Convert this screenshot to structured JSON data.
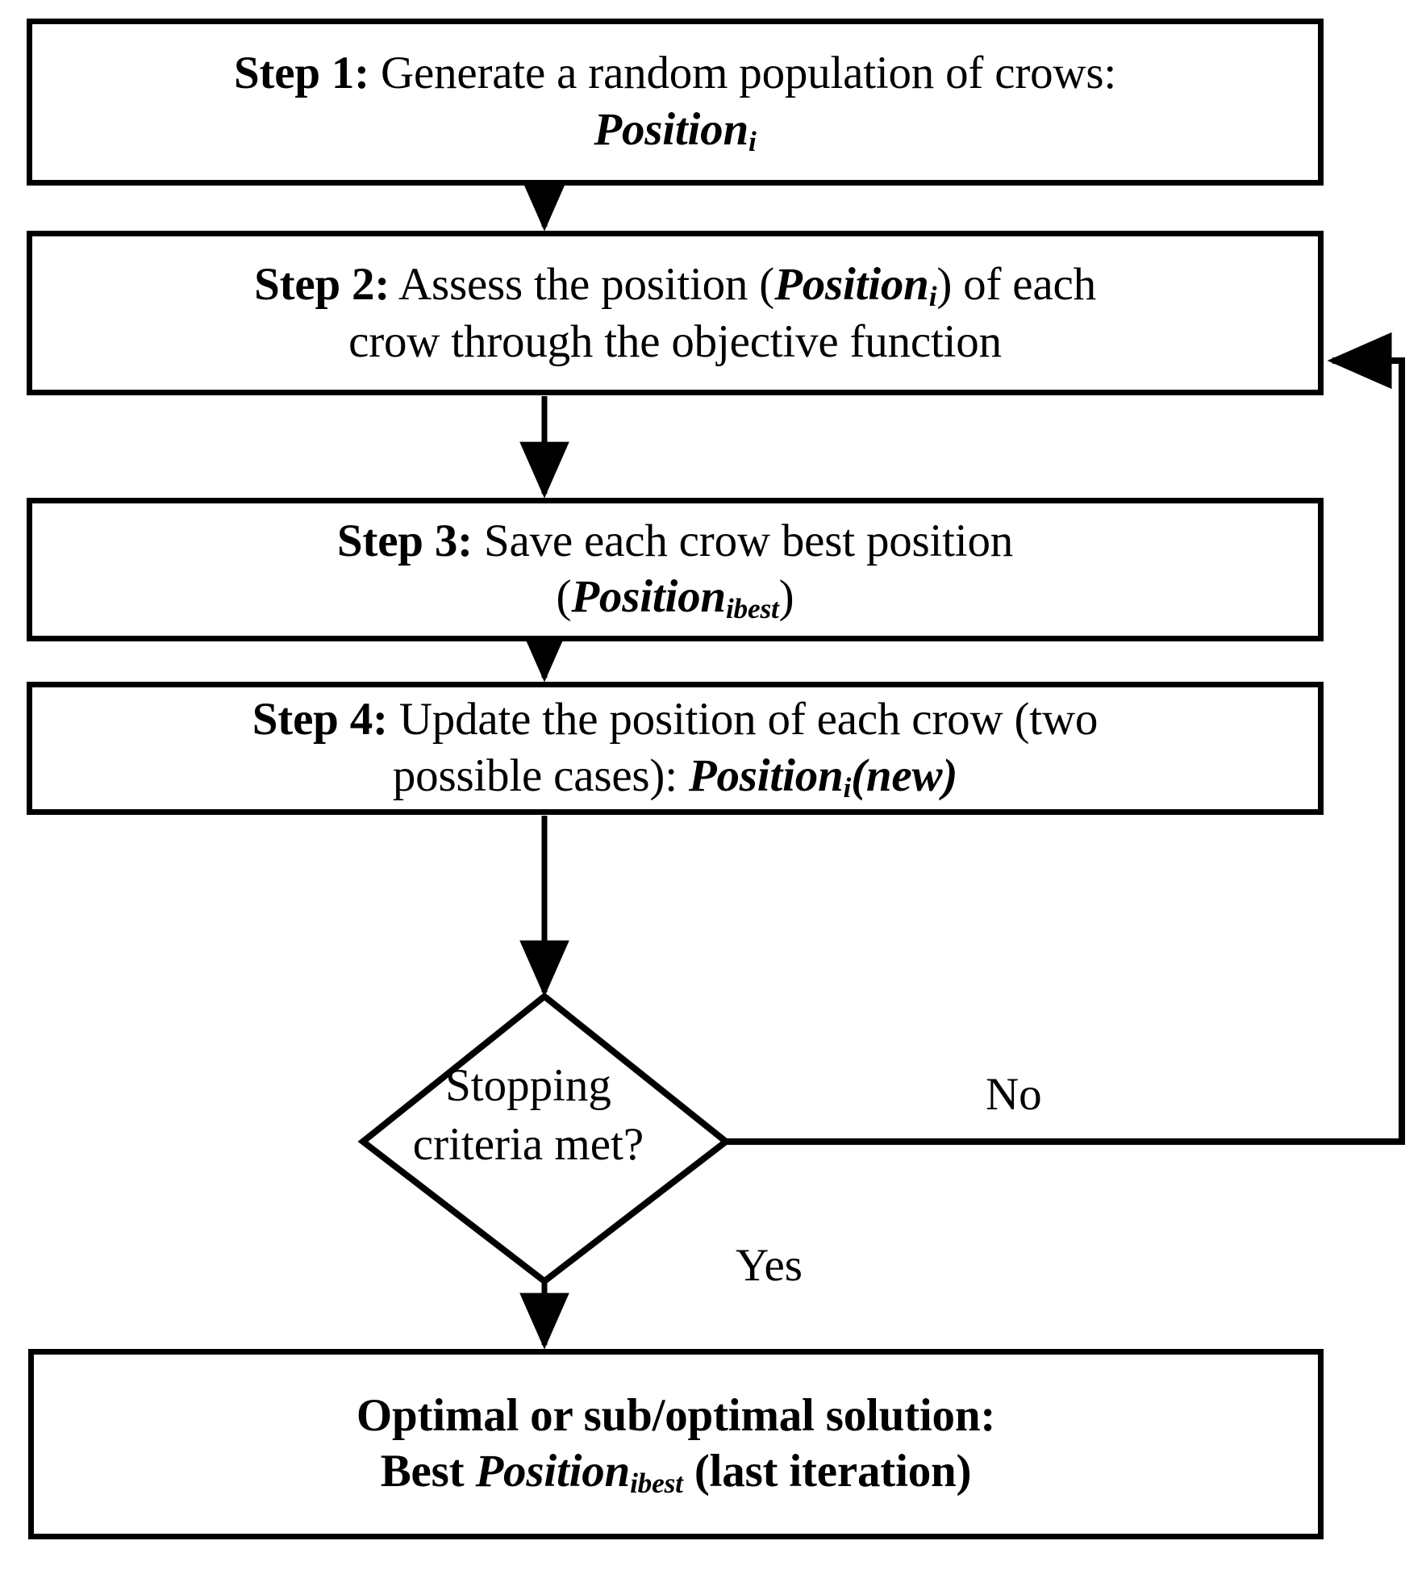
{
  "diagram": {
    "type": "flowchart",
    "title": "Crow Search Algorithm flowchart",
    "colors": {
      "stroke": "#000000",
      "background": "#ffffff",
      "text": "#000000"
    },
    "nodes": [
      {
        "id": "step1",
        "shape": "process",
        "label_prefix": "Step 1:",
        "line1_rest": " Generate a random population of crows:",
        "line2_pre": "",
        "variable": "Position",
        "subscript": "i",
        "line2_post": ""
      },
      {
        "id": "step2",
        "shape": "process",
        "label_prefix": "Step 2:",
        "line1_rest": " Assess the position (",
        "variable": "Position",
        "subscript": "i",
        "line1_tail": ") of each",
        "line2": "crow through the objective function"
      },
      {
        "id": "step3",
        "shape": "process",
        "label_prefix": "Step 3:",
        "line1_rest": " Save each crow best position",
        "line2_pre": "(",
        "variable": "Position",
        "subscript": "ibest",
        "line2_post": ")"
      },
      {
        "id": "step4",
        "shape": "process",
        "label_prefix": "Step 4:",
        "line1_rest": " Update the position of each crow (two",
        "line2_pre": "possible cases): ",
        "variable": "Position",
        "subscript": "i",
        "line2_post": "(new)"
      },
      {
        "id": "decision",
        "shape": "diamond",
        "line1": "Stopping",
        "line2": "criteria met?"
      },
      {
        "id": "result",
        "shape": "process",
        "line1": "Optimal or sub/optimal solution:",
        "line2_pre": "Best ",
        "variable": "Position",
        "subscript": "ibest",
        "line2_post": " (last iteration)"
      }
    ],
    "edges": [
      {
        "from": "step1",
        "to": "step2",
        "label": ""
      },
      {
        "from": "step2",
        "to": "step3",
        "label": ""
      },
      {
        "from": "step3",
        "to": "step4",
        "label": ""
      },
      {
        "from": "step4",
        "to": "decision",
        "label": ""
      },
      {
        "from": "decision",
        "to": "step2",
        "label": "No"
      },
      {
        "from": "decision",
        "to": "result",
        "label": "Yes"
      }
    ],
    "branch_labels": {
      "no": "No",
      "yes": "Yes"
    }
  }
}
